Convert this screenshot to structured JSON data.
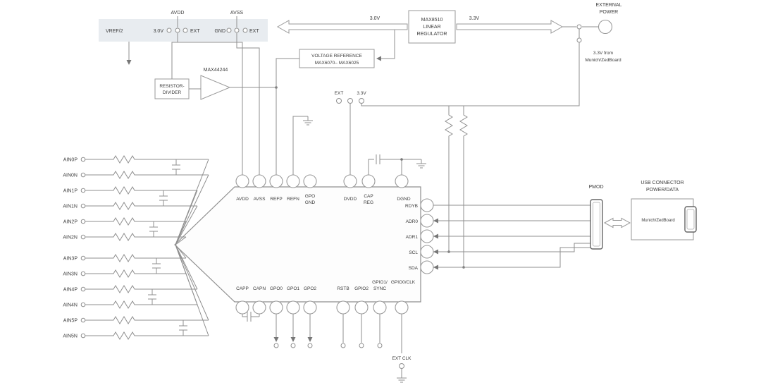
{
  "colors": {
    "background": "#ffffff",
    "line": "#8f8f8f",
    "text": "#3c3c3c",
    "shade": "#e8ecf0"
  },
  "top_left": {
    "avdd": "AVDD",
    "avss": "AVSS",
    "vref_half": "VREF/2",
    "v3_0": "3.0V",
    "ext_a": "EXT",
    "gnd": "GND",
    "ext_b": "EXT"
  },
  "divider": {
    "line1": "RESISTOR-",
    "line2": "DIVIDER"
  },
  "opamp_label": "MAX44244",
  "regulator": {
    "line1": "MAX8510",
    "line2": "LINEAR",
    "line3": "REGULATOR",
    "out_3v0": "3.0V",
    "in_3v3": "3.3V"
  },
  "external_power": {
    "line1": "EXTERNAL",
    "line2": "POWER"
  },
  "alt_power": {
    "line1": "3.3V from",
    "line2": "Munich/ZedBoard"
  },
  "vref_ic": {
    "line1": "VOLTAGE REFERENCE",
    "line2": "MAX6070– MAX6025"
  },
  "dvdd_sel": {
    "ext": "EXT",
    "v3_3": "3.3V"
  },
  "chip": {
    "top_pins": [
      "AVDD",
      "AVSS",
      "REFP",
      "REFN"
    ],
    "gpo_gnd": {
      "line1": "GPO",
      "line2": "GND"
    },
    "dvdd": "DVDD",
    "cap_reg": {
      "line1": "CAP",
      "line2": "REG"
    },
    "dgnd": "DGND",
    "right_pins": [
      "RDYB",
      "ADR0",
      "ADR1",
      "SCL",
      "SDA"
    ],
    "bottom_pins": [
      "CAPP",
      "CAPN",
      "GPO0",
      "GPO1",
      "GPO2",
      "RSTB",
      "GPIO2"
    ],
    "gpio1_sync": {
      "line1": "GPIO1/",
      "line2": "SYNC"
    },
    "gpio0_clk": "GPIO0/CLK"
  },
  "analog_inputs": [
    "AIN0P",
    "AIN0N",
    "AIN1P",
    "AIN1N",
    "AIN2P",
    "AIN2N",
    "AIN3P",
    "AIN3N",
    "AIN4P",
    "AIN4N",
    "AIN5P",
    "AIN5N"
  ],
  "pmod_label": "PMOD",
  "usb": {
    "line1": "USB CONNECTOR",
    "line2": "POWER/DATA",
    "board": "Munich/ZedBoard"
  },
  "ext_clk_label": "EXT CLK"
}
